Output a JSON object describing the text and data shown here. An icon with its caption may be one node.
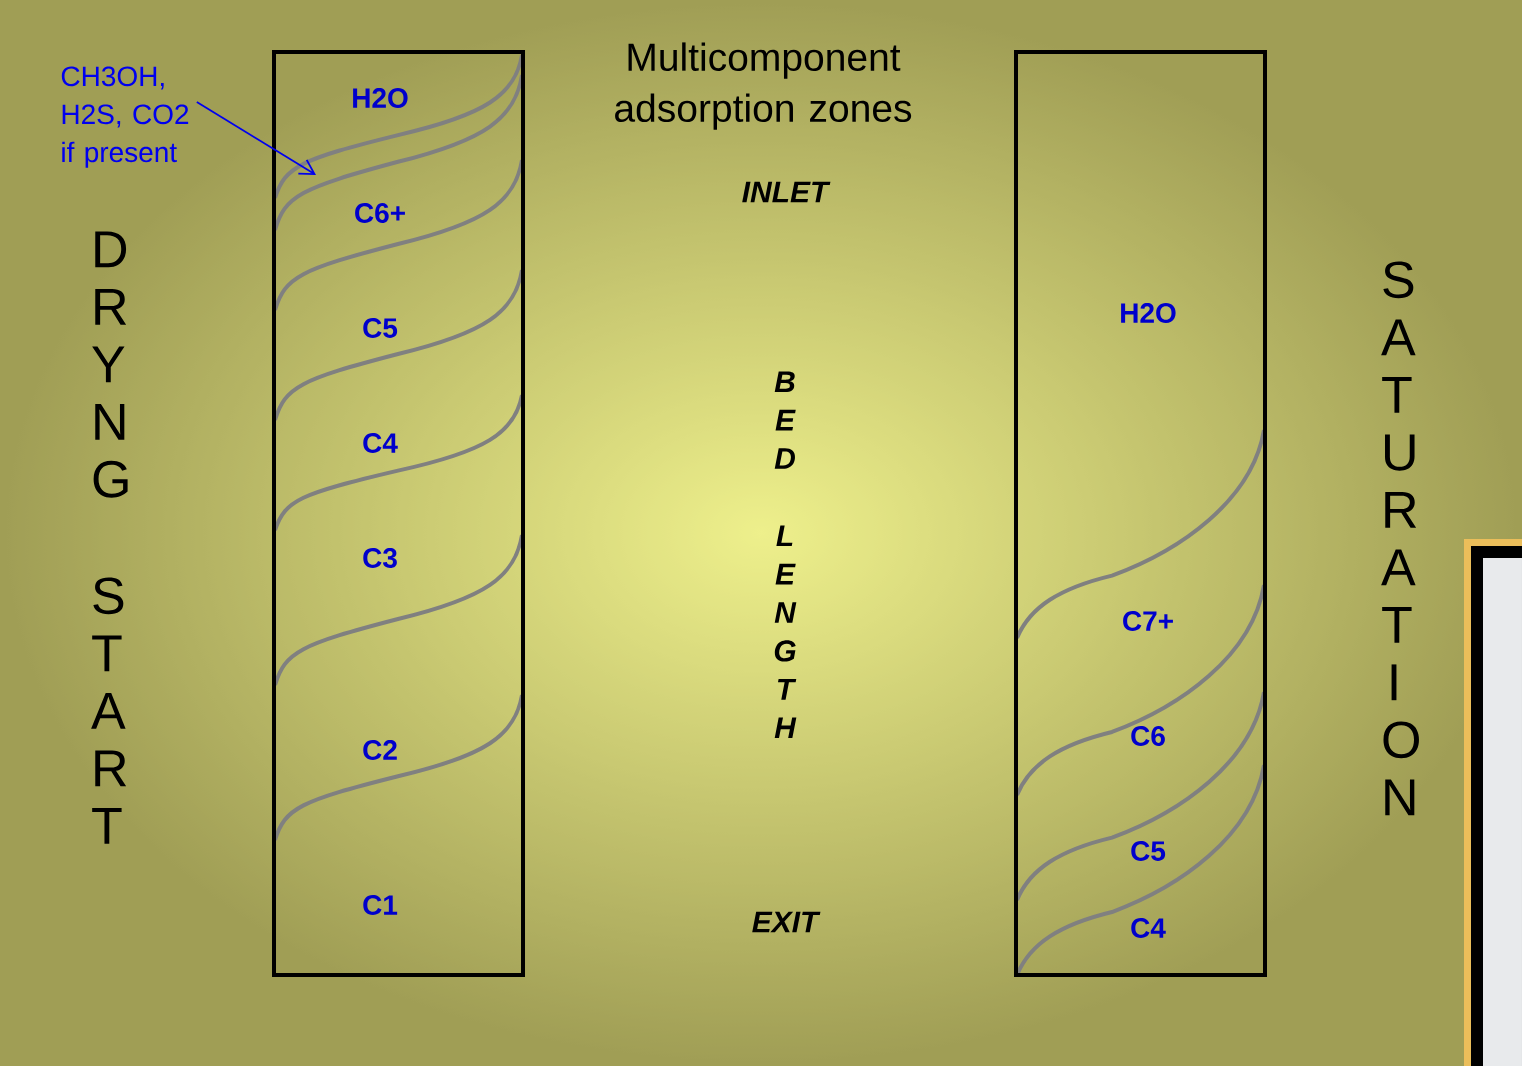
{
  "diagram": {
    "title": "Multicomponent adsorption zones",
    "nodes": [
      {
        "text": [
          "CH3OH, H2S, CO2 if present"
        ]
      },
      {
        "text": [
          "H2O",
          "C6+",
          "C5",
          "C4",
          "C3",
          "C2",
          "C1"
        ]
      },
      {
        "text": [
          "H2O",
          "C7+",
          "C6",
          "C5",
          "C4"
        ]
      }
    ],
    "edges": [
      {
        "from": 0,
        "to": 1,
        "arrow": "to"
      }
    ],
    "labels": [
      "D R Y N G",
      "S T A R T",
      "INLET",
      "B E D",
      "L E N G T H",
      "EXIT",
      "S A T U R A T I O N"
    ]
  }
}
